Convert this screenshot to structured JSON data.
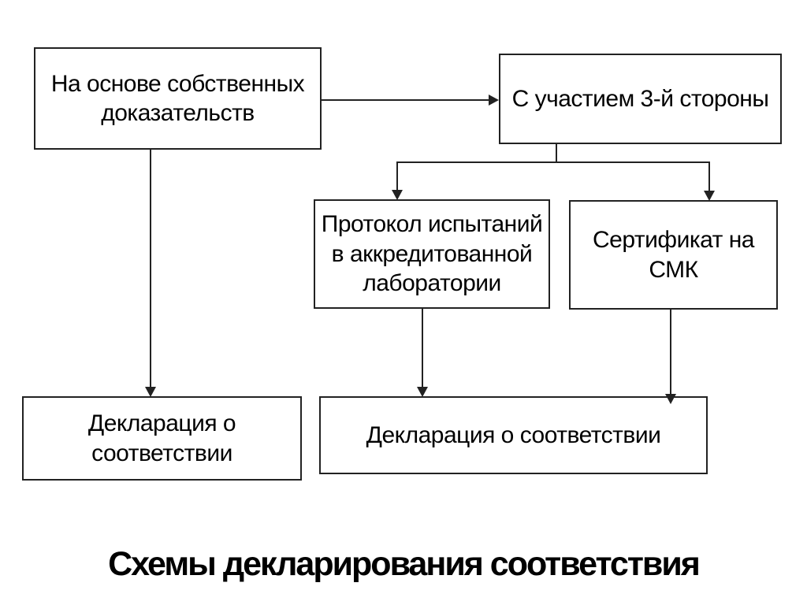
{
  "diagram": {
    "title": "Схемы декларирования соответствия",
    "nodes": {
      "own_evidence": "На основе собственных доказательств",
      "third_party": "С участием 3-й стороны",
      "test_protocol": "Протокол испытаний в аккредитованной лаборатории",
      "qms_certificate": "Сертификат на СМК",
      "declaration_left": "Декларация о соответствии",
      "declaration_wide": "Декларация о соответствии"
    },
    "colors": {
      "border": "#222222",
      "text": "#000000",
      "background": "#ffffff"
    }
  }
}
